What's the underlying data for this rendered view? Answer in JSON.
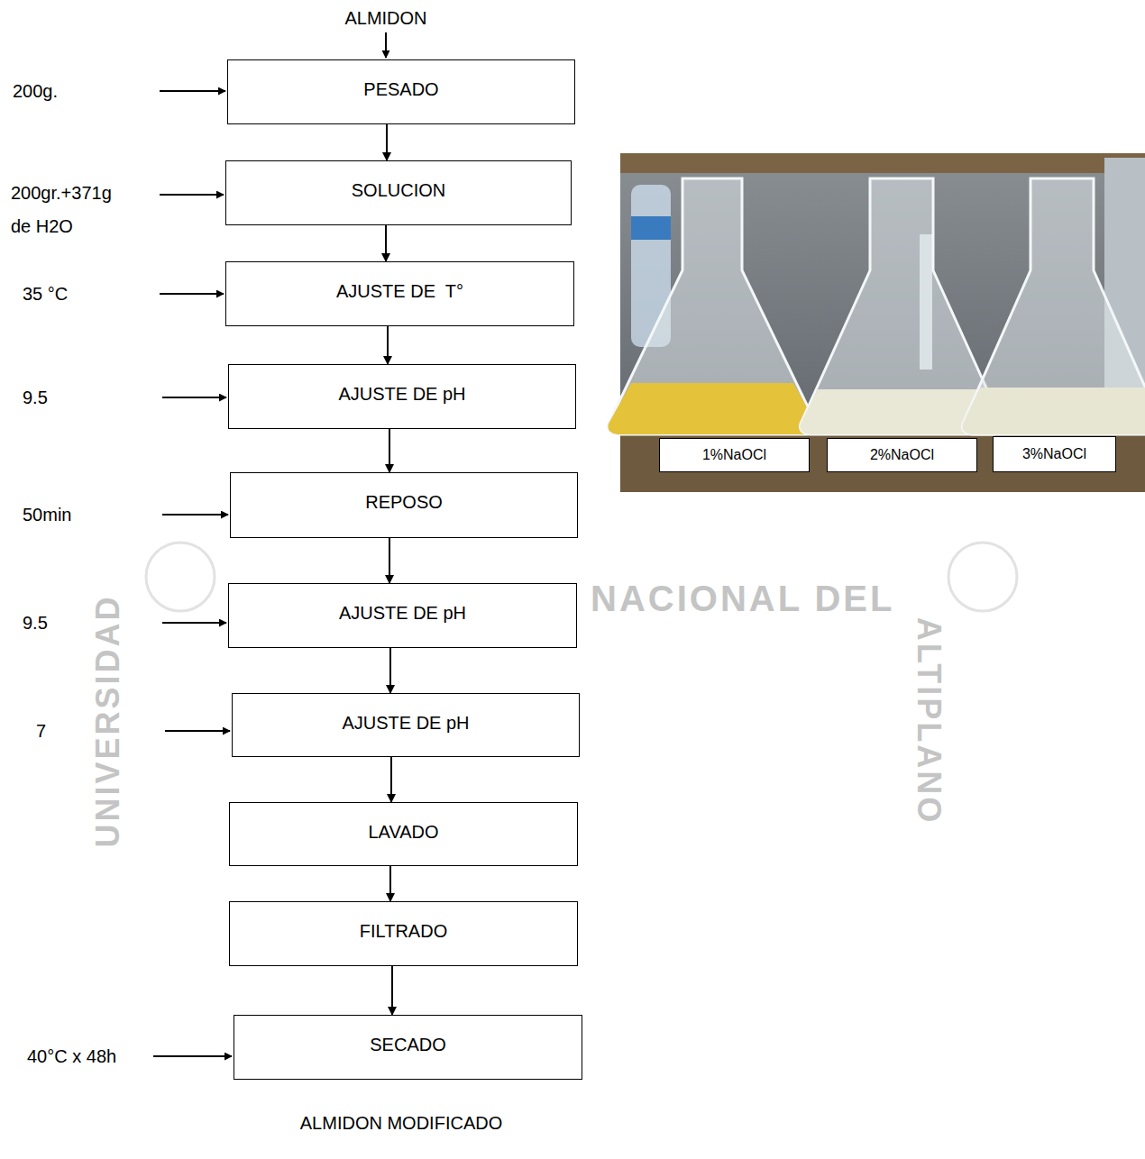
{
  "diagram": {
    "nodes": [
      {
        "text": [
          "PESADO"
        ]
      },
      {
        "text": [
          "SOLUCION"
        ]
      },
      {
        "text": [
          "AJUSTE DE  T°"
        ]
      },
      {
        "text": [
          "AJUSTE DE pH"
        ]
      },
      {
        "text": [
          "REPOSO"
        ]
      },
      {
        "text": [
          "AJUSTE DE pH"
        ]
      },
      {
        "text": [
          "AJUSTE DE pH"
        ]
      },
      {
        "text": [
          "LAVADO"
        ]
      },
      {
        "text": [
          "FILTRADO"
        ]
      },
      {
        "text": [
          "SECADO"
        ]
      },
      {
        "text": [
          "1%NaOCl"
        ]
      },
      {
        "text": [
          "2%NaOCl"
        ]
      },
      {
        "text": [
          "3%NaOCl"
        ]
      }
    ],
    "edges": [
      {
        "from": 0,
        "to": 1,
        "arrow": "to"
      },
      {
        "from": 1,
        "to": 2,
        "arrow": "to"
      },
      {
        "from": 2,
        "to": 3,
        "arrow": "to"
      },
      {
        "from": 3,
        "to": 4,
        "arrow": "to"
      },
      {
        "from": 4,
        "to": 5,
        "arrow": "to"
      },
      {
        "from": 5,
        "to": 6,
        "arrow": "to"
      },
      {
        "from": 6,
        "to": 7,
        "arrow": "to"
      },
      {
        "from": 7,
        "to": 8,
        "arrow": "to"
      },
      {
        "from": 8,
        "to": 9,
        "arrow": "to"
      }
    ],
    "labels": [
      "ALMIDON",
      "200g.",
      "200gr.+371g de H2O",
      "35 °C",
      "9.5",
      "50min",
      "9.5",
      "7",
      "40°C x 48h",
      "ALMIDON MODIFICADO",
      "NACIONAL DEL",
      "UNIVERSIDAD",
      "ALTIPLANO"
    ]
  }
}
